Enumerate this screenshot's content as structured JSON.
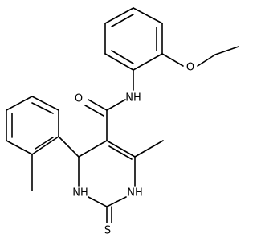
{
  "structure": {
    "atoms": {
      "nh_amide": "NH",
      "o_ether": "O",
      "o_carbonyl": "O",
      "nh_ring_left": "NH",
      "nh_ring_right": "NH",
      "s_thione": "S"
    }
  }
}
